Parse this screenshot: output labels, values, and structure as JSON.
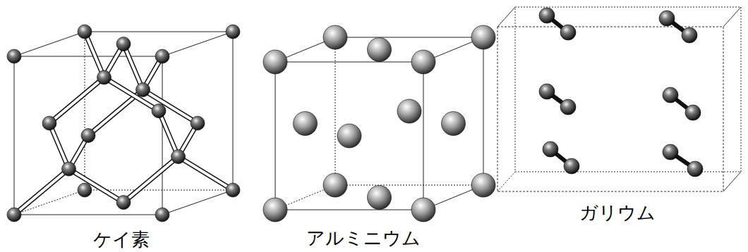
{
  "diagram": {
    "labels": [
      "ケイ素",
      "アルミニウム",
      "ガリウム"
    ]
  }
}
